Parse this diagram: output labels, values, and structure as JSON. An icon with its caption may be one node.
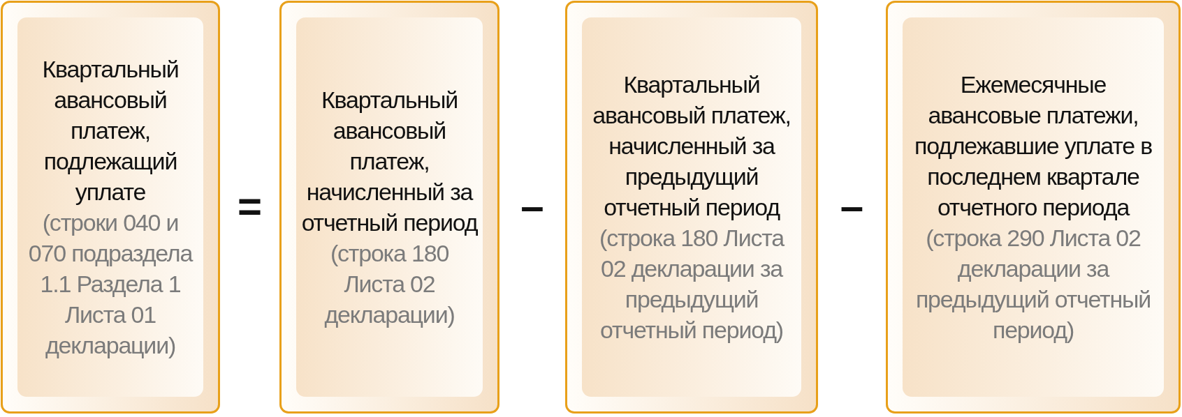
{
  "diagram": {
    "nodes": [
      {
        "text": [
          "Квартальный авансовый платеж, подлежащий уплате",
          "(строки 040 и 070 подраздела 1.1 Раздела 1 Листа 01 декларации)"
        ]
      },
      {
        "text": [
          "Квартальный авансовый платеж, начисленный за отчетный период",
          "(строка 180 Листа 02 декларации)"
        ]
      },
      {
        "text": [
          "Квартальный авансовый платеж, начисленный за предыдущий отчетный период",
          "(строка 180 Листа 02 декларации за предыдущий отчетный период)"
        ]
      },
      {
        "text": [
          "Ежемесячные авансовые платежи, подлежавшие уплате в последнем квартале отчетного периода",
          "(строка 290 Листа 02 декларации за предыдущий отчетный период)"
        ]
      }
    ],
    "labels": [
      "=",
      "–",
      "–"
    ]
  }
}
